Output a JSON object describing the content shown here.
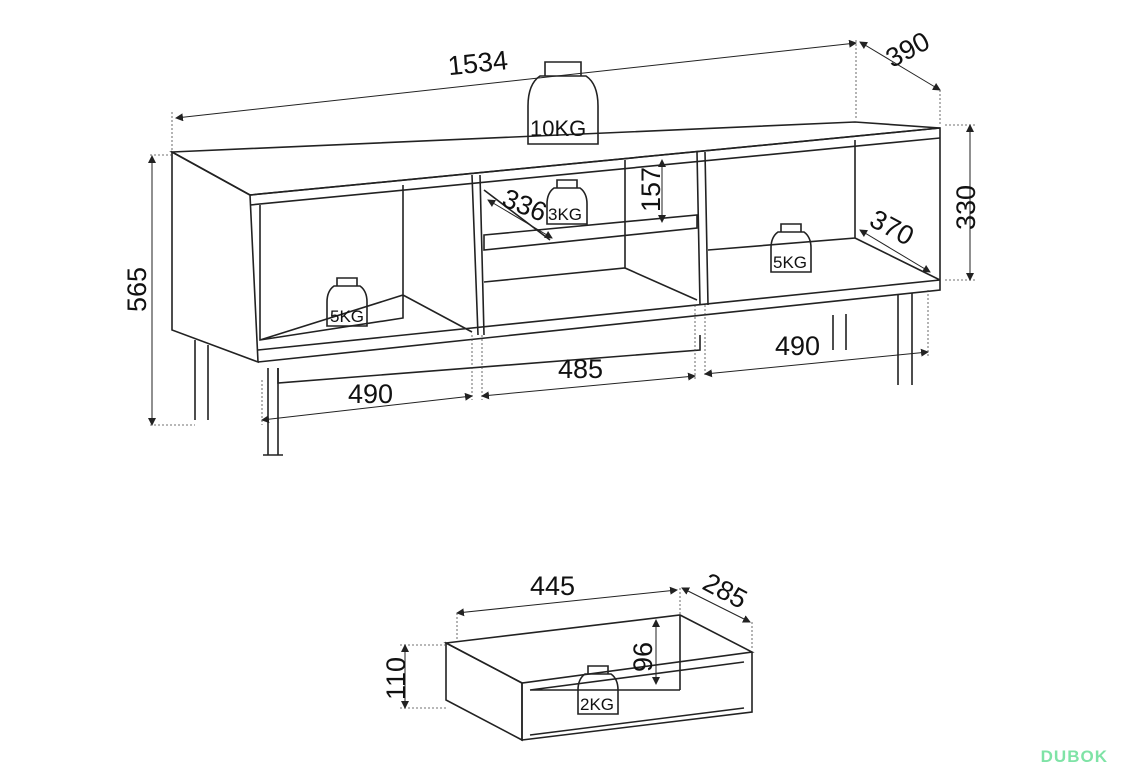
{
  "cabinet": {
    "width": "1534",
    "depth": "390",
    "height": "565",
    "inner_height": "330",
    "inner_depth": "370",
    "shelf_depth": "336",
    "shelf_gap": "157",
    "compartments": [
      "490",
      "485",
      "490"
    ],
    "loads": {
      "top": "10KG",
      "shelf": "3KG",
      "left": "5KG",
      "right": "5KG"
    }
  },
  "drawer": {
    "width": "445",
    "depth": "285",
    "height": "110",
    "inner_height": "96",
    "load": "2KG"
  },
  "watermark": "DUBOK"
}
